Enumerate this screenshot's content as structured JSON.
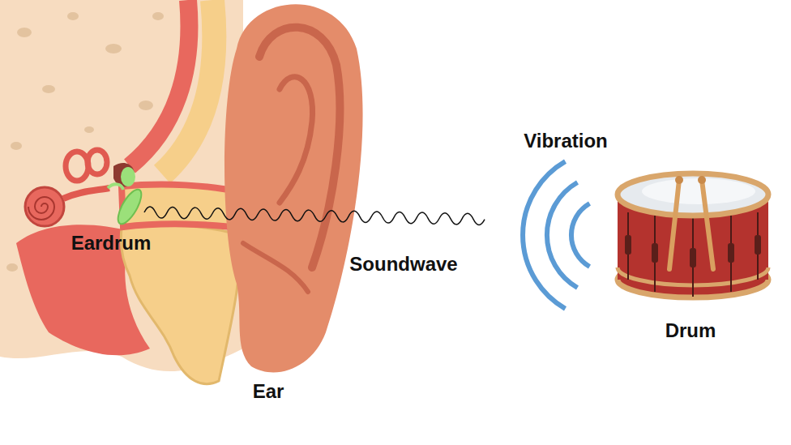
{
  "diagram": {
    "labels": [
      "Vibration",
      "Eardrum",
      "Soundwave",
      "Drum",
      "Ear"
    ]
  }
}
